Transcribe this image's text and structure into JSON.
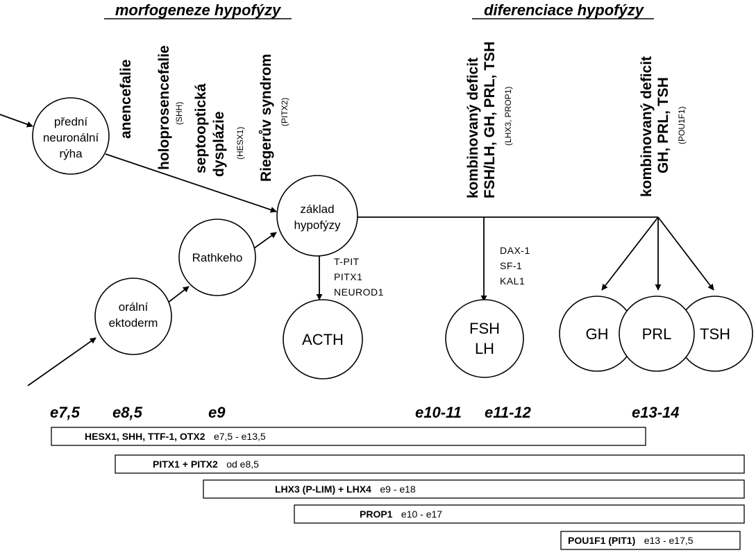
{
  "headers": {
    "left": "morfogeneze hypofýzy",
    "right": "diferenciace hypofýzy"
  },
  "disorders": {
    "anencefalie": "anencefalie",
    "holoprosencefalie": "holoprosencefalie",
    "holoprosencefalie_gene": "(SHH)",
    "septoopticka_1": "septooptická",
    "septoopticka_2": "dysplázie",
    "septoopticka_gene": "(HESX1)",
    "rieger": "Riegerův syndrom",
    "rieger_gene": "(PITX2)",
    "combo1_l1": "kombinovaný deficit",
    "combo1_l2": "FSH/LH, GH, PRL, TSH",
    "combo1_gene": "(LHX3, PROP1)",
    "combo2_l1": "kombinovaný deficit",
    "combo2_l2": "GH, PRL, TSH",
    "combo2_gene": "(POU1F1)"
  },
  "nodes": {
    "predni_1": "přední",
    "predni_2": "neuronální",
    "predni_3": "rýha",
    "oralni_1": "orální",
    "oralni_2": "ektoderm",
    "rathkeho": "Rathkeho",
    "zaklad_1": "základ",
    "zaklad_2": "hypofýzy",
    "acth": "ACTH",
    "fsh": "FSH",
    "lh": "LH",
    "gh": "GH",
    "prl": "PRL",
    "tsh": "TSH"
  },
  "factors": {
    "acth": [
      "T-PIT",
      "PITX1",
      "NEUROD1"
    ],
    "fsh": [
      "DAX-1",
      "SF-1",
      "KAL1"
    ]
  },
  "stages": [
    "e7,5",
    "e8,5",
    "e9",
    "e10-11",
    "e11-12",
    "e13-14"
  ],
  "bars": [
    {
      "genes": "HESX1, SHH, TTF-1,  OTX2",
      "range": "e7,5 - e13,5"
    },
    {
      "genes": "PITX1 + PITX2",
      "range": "od e8,5"
    },
    {
      "genes": "LHX3 (P-LIM) + LHX4",
      "range": "e9 - e18"
    },
    {
      "genes": "PROP1",
      "range": "e10 - e17"
    },
    {
      "genes": "POU1F1 (PIT1)",
      "range": "e13 - e17,5"
    }
  ],
  "colors": {
    "ink": "#000000",
    "background": "#ffffff"
  }
}
